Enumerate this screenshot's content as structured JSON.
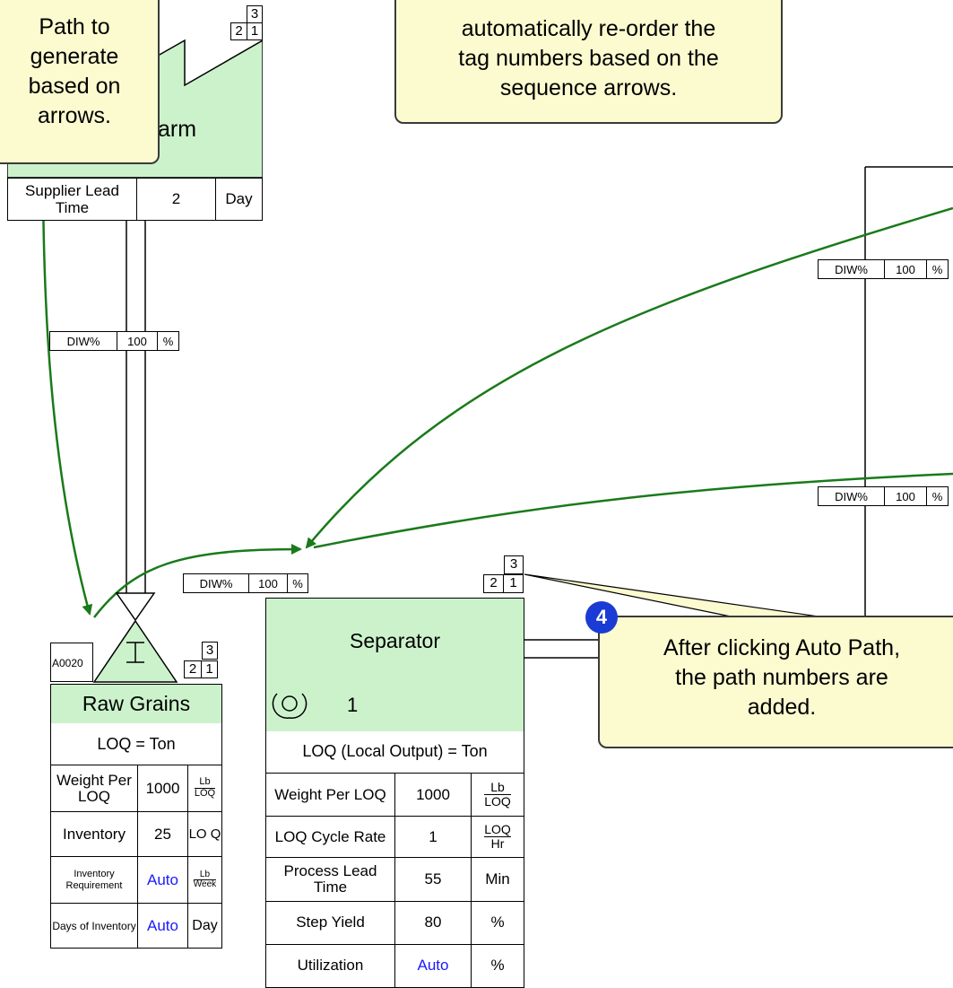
{
  "colors": {
    "process_fill": "#ccf2cc",
    "callout_fill": "#fcfbd0",
    "arrow_green": "#1a7a1a",
    "auto_blue": "#1a1aff",
    "badge_blue": "#1a3bd4"
  },
  "callout_left": {
    "lines": [
      "Path to",
      "generate",
      "based on",
      "arrows."
    ]
  },
  "callout_top": {
    "lines": [
      "automatically re-order the",
      "tag numbers based on the",
      "sequence arrows."
    ]
  },
  "callout_bottom": {
    "badge": "4",
    "lines": [
      "After clicking Auto Path,",
      "the path numbers are",
      "added."
    ]
  },
  "supplier": {
    "name_fragment": "arm",
    "tags": {
      "top": "3",
      "left": "2",
      "right": "1"
    },
    "lead_time_label": "Supplier Lead Time",
    "lead_time_value": "2",
    "lead_time_unit": "Day"
  },
  "diw_boxes": [
    {
      "label": "DIW%",
      "value": "100",
      "unit": "%"
    },
    {
      "label": "DIW%",
      "value": "100",
      "unit": "%"
    },
    {
      "label": "DIW%",
      "value": "100",
      "unit": "%"
    },
    {
      "label": "DIW%",
      "value": "100",
      "unit": "%"
    }
  ],
  "raw_grains": {
    "id": "A0020",
    "tags": {
      "top": "3",
      "left": "2",
      "right": "1"
    },
    "title": "Raw Grains",
    "loq": "LOQ = Ton",
    "rows": [
      {
        "label": "Weight Per LOQ",
        "value": "1000",
        "unit_num": "Lb",
        "unit_den": "LOQ"
      },
      {
        "label": "Inventory",
        "value": "25",
        "unit": "LO Q"
      },
      {
        "label": "Inventory Requirement",
        "value": "Auto",
        "unit_num": "Lb",
        "unit_den": "Week"
      },
      {
        "label": "Days of Inventory",
        "value": "Auto",
        "unit": "Day"
      }
    ]
  },
  "separator": {
    "tags": {
      "top": "3",
      "left": "2",
      "right": "1"
    },
    "title": "Separator",
    "operator_count": "1",
    "loq": "LOQ (Local Output) = Ton",
    "rows": [
      {
        "label": "Weight Per LOQ",
        "value": "1000",
        "unit_num": "Lb",
        "unit_den": "LOQ"
      },
      {
        "label": "LOQ Cycle Rate",
        "value": "1",
        "unit_num": "LOQ",
        "unit_den": "Hr"
      },
      {
        "label": "Process Lead Time",
        "value": "55",
        "unit": "Min"
      },
      {
        "label": "Step Yield",
        "value": "80",
        "unit": "%"
      },
      {
        "label": "Utilization",
        "value": "Auto",
        "unit": "%"
      }
    ]
  }
}
